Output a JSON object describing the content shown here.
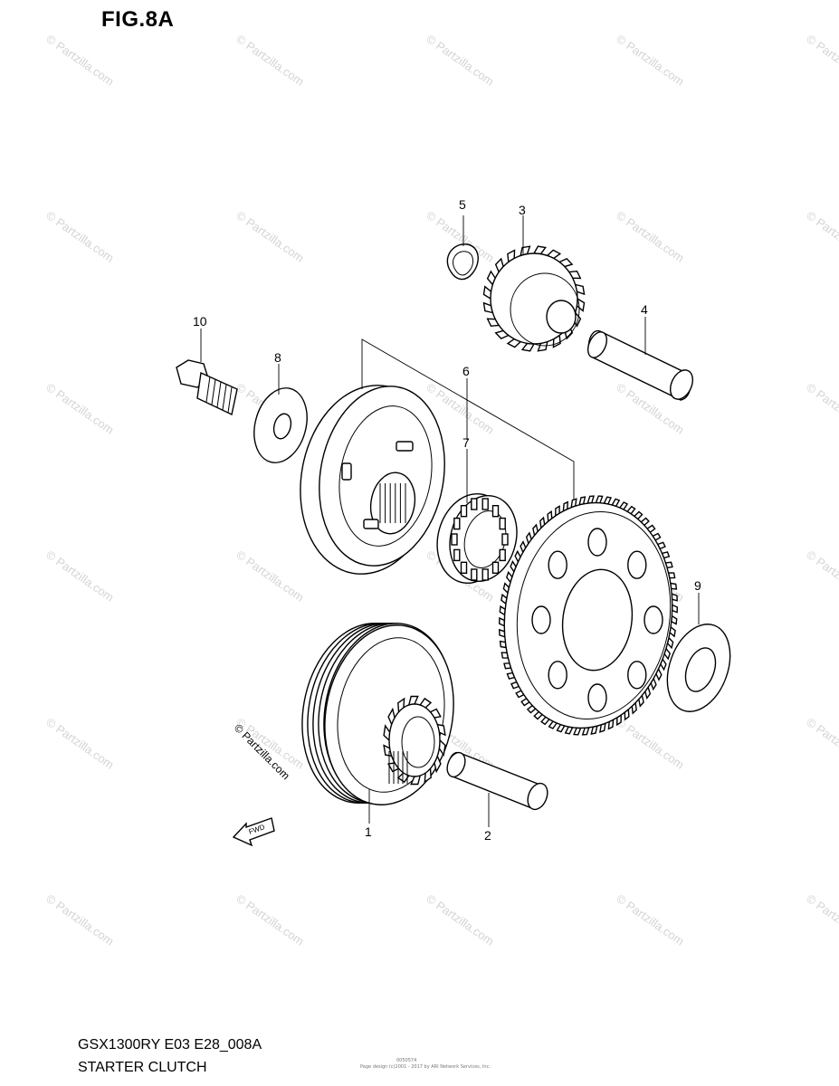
{
  "figure": {
    "title": "FIG.8A",
    "code": "GSX1300RY E03 E28_008A",
    "name": "STARTER CLUTCH",
    "copyright_mark": "© Partzilla.com",
    "fwd_label": "FWD",
    "tiny_code": "0050574",
    "tiny_notice": "Page design (c)2001 - 2017 by ARI Network Services, Inc."
  },
  "watermark": "© Partzilla.com",
  "parts": [
    {
      "number": "1",
      "name": "starter-clutch-gear"
    },
    {
      "number": "2",
      "name": "shaft"
    },
    {
      "number": "3",
      "name": "idle-gear"
    },
    {
      "number": "4",
      "name": "idle-gear-shaft"
    },
    {
      "number": "5",
      "name": "circlip"
    },
    {
      "number": "6",
      "name": "bearing"
    },
    {
      "number": "7",
      "name": "bearing-inner"
    },
    {
      "number": "8",
      "name": "washer"
    },
    {
      "number": "9",
      "name": "washer"
    },
    {
      "number": "10",
      "name": "bolt"
    }
  ]
}
